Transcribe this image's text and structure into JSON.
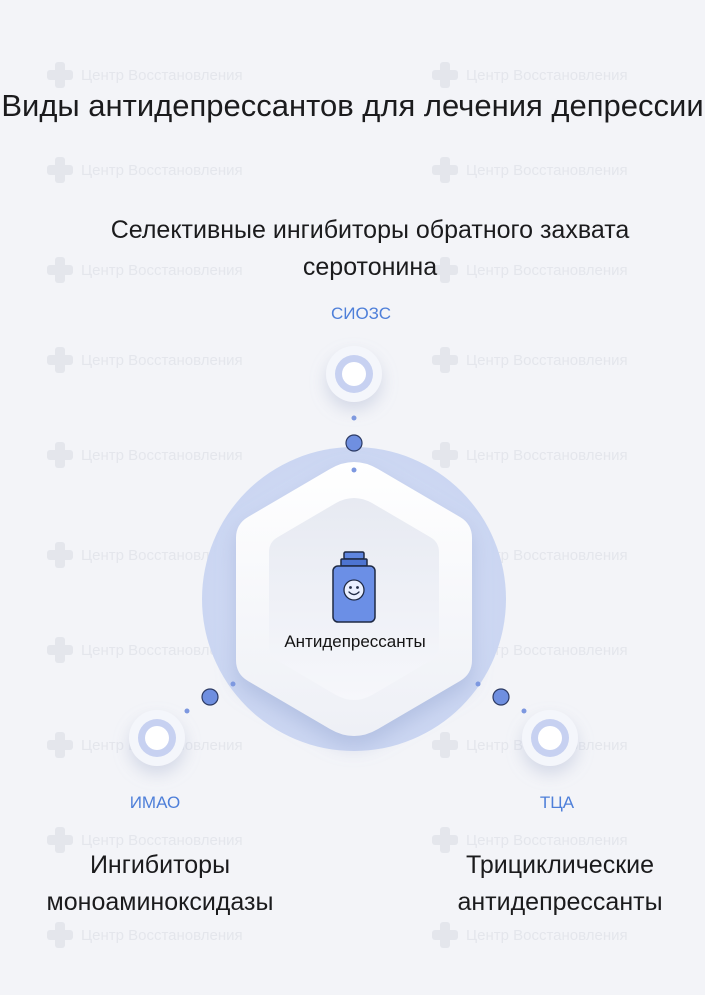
{
  "title": "Виды антидепрессантов для лечения депрессии",
  "watermark_text": "Центр Восстановления",
  "center": {
    "label": "Антидепрессанты",
    "icon": "medicine-bottle-smiley-icon"
  },
  "nodes": [
    {
      "abbr": "СИОЗС",
      "caption": "Селективные ингибиторы обратного захвата серотонина"
    },
    {
      "abbr": "ИМАО",
      "caption": "Ингибиторы моноаминоксидазы"
    },
    {
      "abbr": "ТЦА",
      "caption": "Трициклические антидепрессанты"
    }
  ],
  "colors": {
    "accent": "#4e7fd9",
    "node_ring": "#c9d3f0",
    "dot": "#7d98e0",
    "background": "#f3f4f8"
  }
}
